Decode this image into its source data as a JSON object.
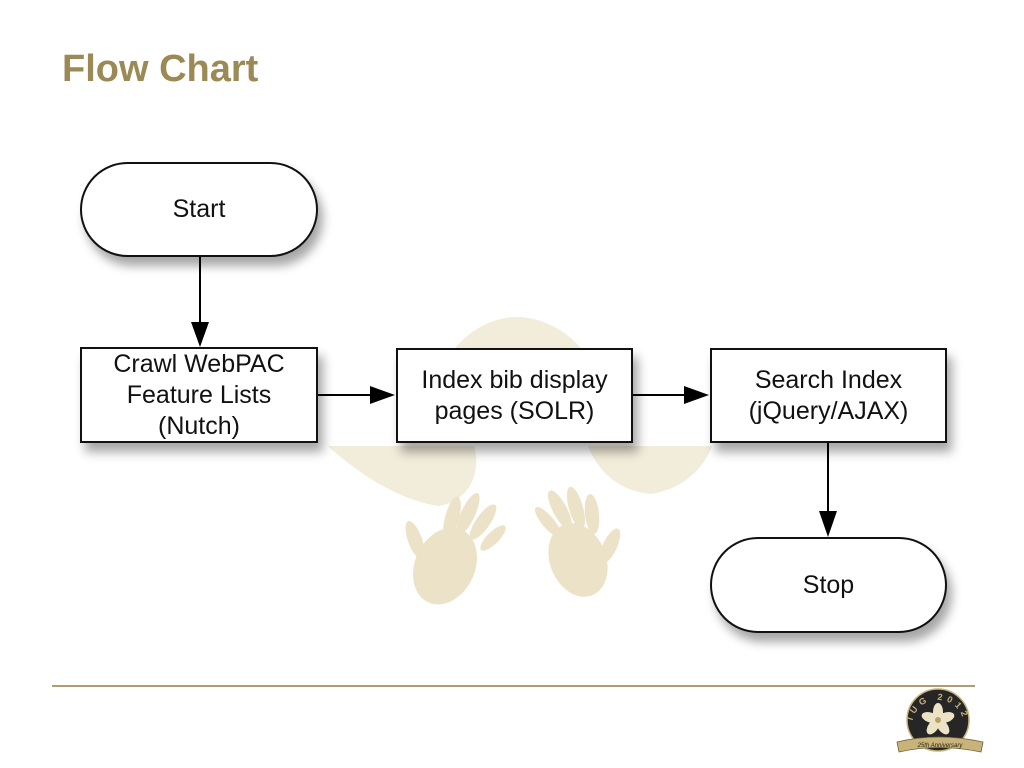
{
  "slide": {
    "title": "Flow Chart"
  },
  "flowchart": {
    "nodes": [
      {
        "shape": "terminal",
        "lines": [
          "Start"
        ]
      },
      {
        "shape": "process",
        "lines": [
          "Crawl WebPAC",
          "Feature Lists",
          "(Nutch)"
        ]
      },
      {
        "shape": "process",
        "lines": [
          "Index bib display",
          "pages (SOLR)"
        ]
      },
      {
        "shape": "process",
        "lines": [
          "Search Index",
          "(jQuery/AJAX)"
        ]
      },
      {
        "shape": "terminal",
        "lines": [
          "Stop"
        ]
      }
    ],
    "edges": [
      {
        "from": 0,
        "to": 1
      },
      {
        "from": 1,
        "to": 2
      },
      {
        "from": 2,
        "to": 3
      },
      {
        "from": 3,
        "to": 4
      }
    ]
  },
  "logo": {
    "seal_text": "IUG 2012",
    "ribbon_text": "25th Anniversary"
  },
  "colors": {
    "title": "#9b8a55",
    "rule": "#ae9f72",
    "watermark": "#f2ecdb",
    "watermark_dark": "#ebe2c8",
    "node_border": "#111111",
    "logo_dark": "#262626",
    "logo_gold": "#c8b37a"
  }
}
